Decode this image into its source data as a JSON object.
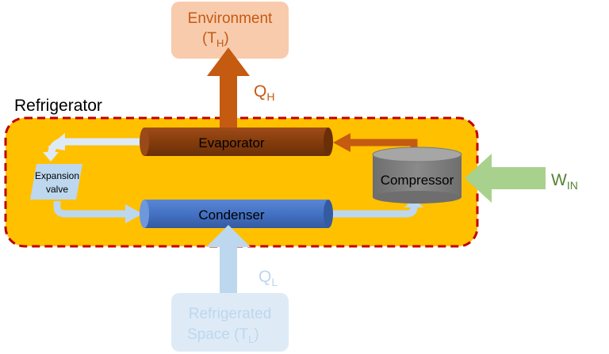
{
  "title": "Refrigerator",
  "environment": {
    "line1": "Environment",
    "line2_prefix": "(T",
    "line2_sub": "H",
    "line2_suffix": ")"
  },
  "refrigerated_space": {
    "line1": "Refrigerated",
    "line2_prefix": "Space (T",
    "line2_sub": "L",
    "line2_suffix": ")"
  },
  "heat_out": {
    "symbol": "Q",
    "sub": "H"
  },
  "heat_in": {
    "symbol": "Q",
    "sub": "L"
  },
  "work_in": {
    "symbol": "W",
    "sub": "IN"
  },
  "components": {
    "evaporator": "Evaporator",
    "condenser": "Condenser",
    "compressor": "Compressor",
    "expansion_line1": "Expansion",
    "expansion_line2": "valve"
  },
  "colors": {
    "box_fill": "#ffc000",
    "box_border": "#c00000",
    "evaporator": "#843c0c",
    "condenser": "#4472c4",
    "compressor": "#808080",
    "hot_arrow": "#c55a11",
    "hot_box": "#f8cbad",
    "cold_arrow": "#bdd7ee",
    "cold_box": "#deebf7",
    "work_arrow": "#a9d18e"
  }
}
